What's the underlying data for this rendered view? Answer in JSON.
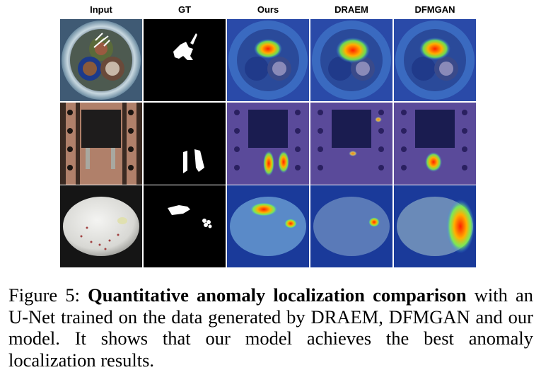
{
  "figure": {
    "columns": [
      "Input",
      "GT",
      "Ours",
      "DRAEM",
      "DFMGAN"
    ],
    "rows": [
      {
        "subject": "cable",
        "cells": [
          "input",
          "gt",
          "ours",
          "draem",
          "dfmgan"
        ]
      },
      {
        "subject": "transistor",
        "cells": [
          "input",
          "gt",
          "ours",
          "draem",
          "dfmgan"
        ]
      },
      {
        "subject": "pill",
        "cells": [
          "input",
          "gt",
          "ours",
          "draem",
          "dfmgan"
        ]
      }
    ]
  },
  "caption": {
    "label": "Figure 5: ",
    "bold_text": "Quantitative anomaly localization comparison",
    "rest_text": " with an U-Net trained on the data generated by DRAEM, DFMGAN and our model. It shows that our model achieves the best anomaly localization results."
  }
}
